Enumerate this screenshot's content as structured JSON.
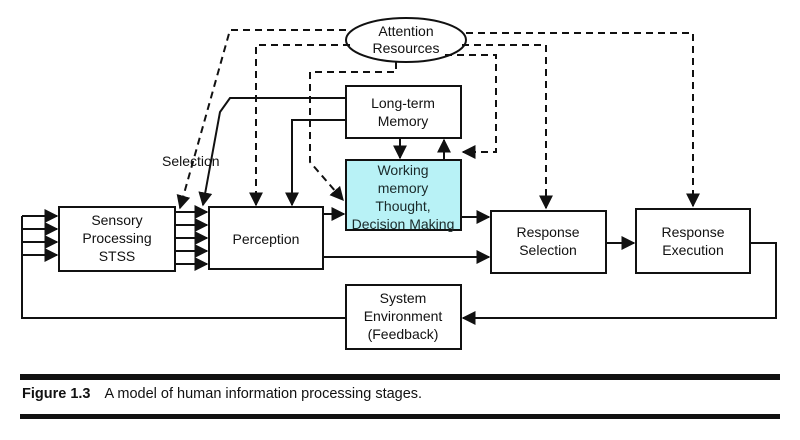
{
  "nodes": {
    "attention": [
      "Attention",
      "Resources"
    ],
    "long_term_memory": [
      "Long-term",
      "Memory"
    ],
    "working_memory": [
      "Working",
      "memory",
      "Thought,",
      "Decision Making"
    ],
    "sensory": [
      "Sensory",
      "Processing",
      "STSS"
    ],
    "perception": [
      "Perception"
    ],
    "response_selection": [
      "Response",
      "Selection"
    ],
    "response_execution": [
      "Response",
      "Execution"
    ],
    "environment": [
      "System",
      "Environment",
      "(Feedback)"
    ]
  },
  "labels": {
    "selection": "Selection"
  },
  "caption": {
    "number": "Figure 1.3",
    "text": "A model of human information processing stages."
  },
  "colors": {
    "working_memory_fill": "#b8f2f6",
    "line": "#111111"
  }
}
